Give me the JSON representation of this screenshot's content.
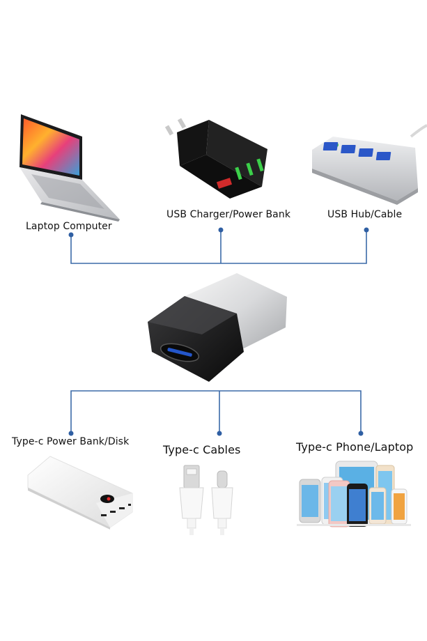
{
  "colors": {
    "connector_line": "#3b6aa8",
    "connector_dot": "#2f5fa3",
    "background": "#ffffff"
  },
  "top_row": [
    {
      "label": "Laptop Computer",
      "icon": "laptop-icon"
    },
    {
      "label": "USB Charger/Power Bank",
      "icon": "wall-charger-icon"
    },
    {
      "label": "USB Hub/Cable",
      "icon": "usb-hub-icon"
    }
  ],
  "center": {
    "icon": "usb-a-to-type-c-adapter-icon"
  },
  "bottom_row": [
    {
      "label": "Type-c Power Bank/Disk",
      "icon": "power-bank-icon"
    },
    {
      "label": "Type-c Cables",
      "icon": "type-c-cables-icon"
    },
    {
      "label": "Type-c Phone/Laptop",
      "icon": "phones-tablets-icon"
    }
  ]
}
